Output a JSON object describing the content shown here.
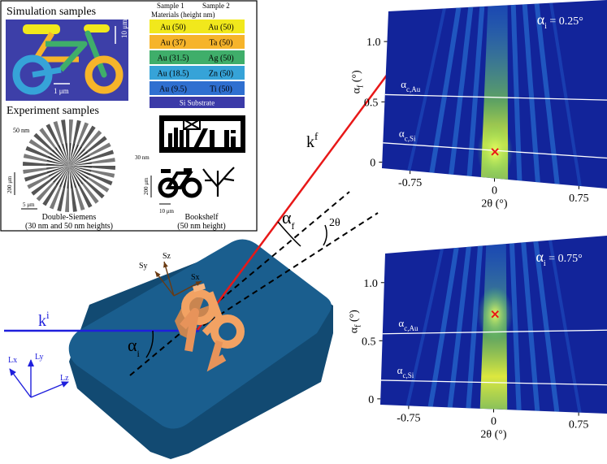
{
  "inset": {
    "simulation_title": "Simulation samples",
    "experiment_title": "Experiment samples",
    "scale_10um": "10 μm",
    "scale_1um": "1 μm",
    "materials_table": {
      "header_1": "Sample 1",
      "header_2": "Sample 2",
      "header_3": "Materials (height nm)",
      "rows": [
        {
          "s1": "Au (50)",
          "s2": "Au (50)",
          "color": "#f1e81c"
        },
        {
          "s1": "Au (37)",
          "s2": "Ta (50)",
          "color": "#f6b42a"
        },
        {
          "s1": "Au (31.5)",
          "s2": "Ag (50)",
          "color": "#3fae6a"
        },
        {
          "s1": "Au (18.5)",
          "s2": "Zn (50)",
          "color": "#36a3d8"
        },
        {
          "s1": "Au (9.5)",
          "s2": "Ti (50)",
          "color": "#2f6fd0"
        }
      ],
      "substrate": "Si Substrate",
      "substrate_color": "#3b3aa8"
    },
    "siemens": {
      "label_50": "50 nm",
      "label_200": "200 μm",
      "label_5": "5 μm",
      "caption_1": "Double-Siemens",
      "caption_2": "(30 nm and 50 nm heights)"
    },
    "bookshelf": {
      "label_30": "30 nm",
      "label_200": "200 μm",
      "label_10": "10 μm",
      "caption_1": "Bookshelf",
      "caption_2": "(50 nm height)"
    }
  },
  "setup": {
    "ki_label": "k",
    "ki_sup": "i",
    "kf_label": "k",
    "kf_sup": "f",
    "alpha_i": "α",
    "alpha_i_sub": "i",
    "alpha_f": "α",
    "alpha_f_sub": "f",
    "two_theta": "2θ",
    "sample_axes": {
      "sx": "Sx",
      "sy": "Sy",
      "sz": "Sz"
    },
    "lab_axes": {
      "lx": "Lx",
      "ly": "Ly",
      "lz": "Lz"
    },
    "colors": {
      "beam_in": "#1f1fdc",
      "beam_out": "#e81818",
      "substrate": "#1a5e8e",
      "sample": "#f2a263",
      "sample_axes": "#6a3a12"
    }
  },
  "chart_data": [
    {
      "type": "heatmap",
      "title": "α_i = 0.25°",
      "xlabel": "2θ (°)",
      "ylabel": "α_f (°)",
      "x_ticks": [
        "-0.75",
        "0",
        "0.75"
      ],
      "x_tick_values": [
        -0.75,
        0,
        0.75
      ],
      "y_ticks": [
        "0",
        "0.5",
        "1.0"
      ],
      "y_tick_values": [
        0,
        0.5,
        1.0
      ],
      "xlim": [
        -1.0,
        1.0
      ],
      "ylim": [
        -0.05,
        1.25
      ],
      "lines": [
        {
          "label": "α_c,Au",
          "y": 0.56
        },
        {
          "label": "α_c,Si",
          "y": 0.16
        }
      ],
      "specular_marker": {
        "x": 0.0,
        "y": 0.15
      }
    },
    {
      "type": "heatmap",
      "title": "α_i = 0.75°",
      "xlabel": "2θ (°)",
      "ylabel": "α_f (°)",
      "x_ticks": [
        "-0.75",
        "0",
        "0.75"
      ],
      "x_tick_values": [
        -0.75,
        0,
        0.75
      ],
      "y_ticks": [
        "0",
        "0.5",
        "1.0"
      ],
      "y_tick_values": [
        0,
        0.5,
        1.0
      ],
      "xlim": [
        -1.0,
        1.0
      ],
      "ylim": [
        -0.05,
        1.25
      ],
      "lines": [
        {
          "label": "α_c,Au",
          "y": 0.56
        },
        {
          "label": "α_c,Si",
          "y": 0.16
        }
      ],
      "specular_marker": {
        "x": 0.0,
        "y": 0.7
      }
    }
  ]
}
